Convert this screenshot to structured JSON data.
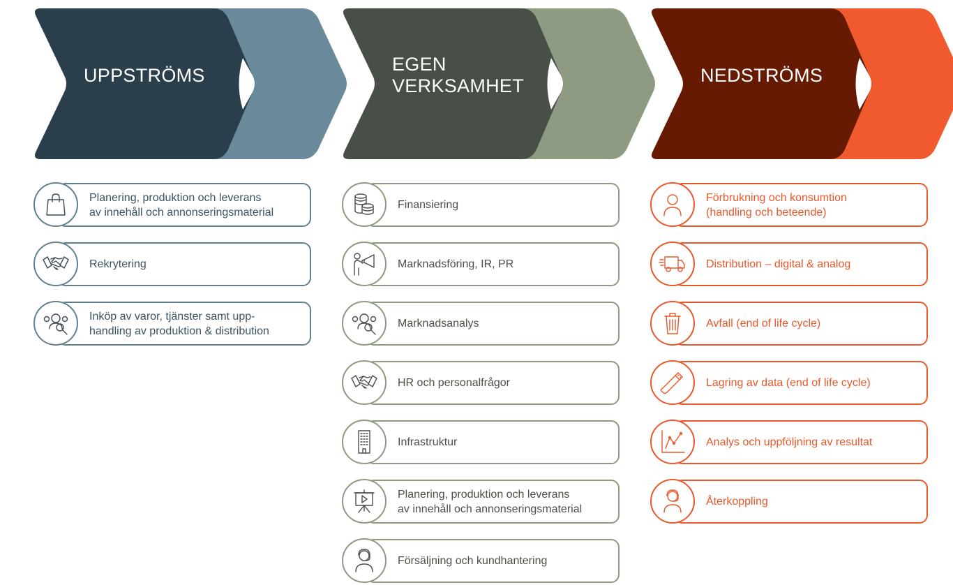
{
  "colors": {
    "upstream_dark": "#2a3f4b",
    "upstream_light": "#6a8a9c",
    "own_dark": "#474f46",
    "own_light": "#8e9a81",
    "downstream_dark": "#661a02",
    "downstream_light": "#f05a2e"
  },
  "columns": {
    "upstream": {
      "title": "UPPSTRÖMS",
      "items": [
        {
          "label": "Planering, produktion och leverans\nav innehåll och annonseringsmaterial",
          "icon": "shopping-bag-icon"
        },
        {
          "label": "Rekrytering",
          "icon": "handshake-icon"
        },
        {
          "label": "Inköp av varor, tjänster samt upp-\nhandling av produktion & distribution",
          "icon": "people-search-icon"
        }
      ]
    },
    "own": {
      "title": "EGEN\nVERKSAMHET",
      "items": [
        {
          "label": "Finansiering",
          "icon": "coins-icon"
        },
        {
          "label": "Marknadsföring, IR, PR",
          "icon": "megaphone-icon"
        },
        {
          "label": "Marknadsanalys",
          "icon": "people-search-icon"
        },
        {
          "label": "HR och personalfrågor",
          "icon": "handshake-icon"
        },
        {
          "label": "Infrastruktur",
          "icon": "building-icon"
        },
        {
          "label": "Planering, produktion och leverans\nav innehåll och annonseringsmaterial",
          "icon": "presentation-icon"
        },
        {
          "label": "Försäljning och kundhantering",
          "icon": "headset-icon"
        }
      ]
    },
    "downstream": {
      "title": "NEDSTRÖMS",
      "items": [
        {
          "label": "Förbrukning och konsumtion\n(handling och beteende)",
          "icon": "person-icon"
        },
        {
          "label": "Distribution – digital & analog",
          "icon": "truck-icon"
        },
        {
          "label": "Avfall (end of life cycle)",
          "icon": "trash-icon"
        },
        {
          "label": "Lagring av data (end of life cycle)",
          "icon": "usb-drive-icon"
        },
        {
          "label": "Analys och uppföljning av resultat",
          "icon": "line-chart-icon"
        },
        {
          "label": "Återkoppling",
          "icon": "headset-icon"
        }
      ]
    }
  }
}
